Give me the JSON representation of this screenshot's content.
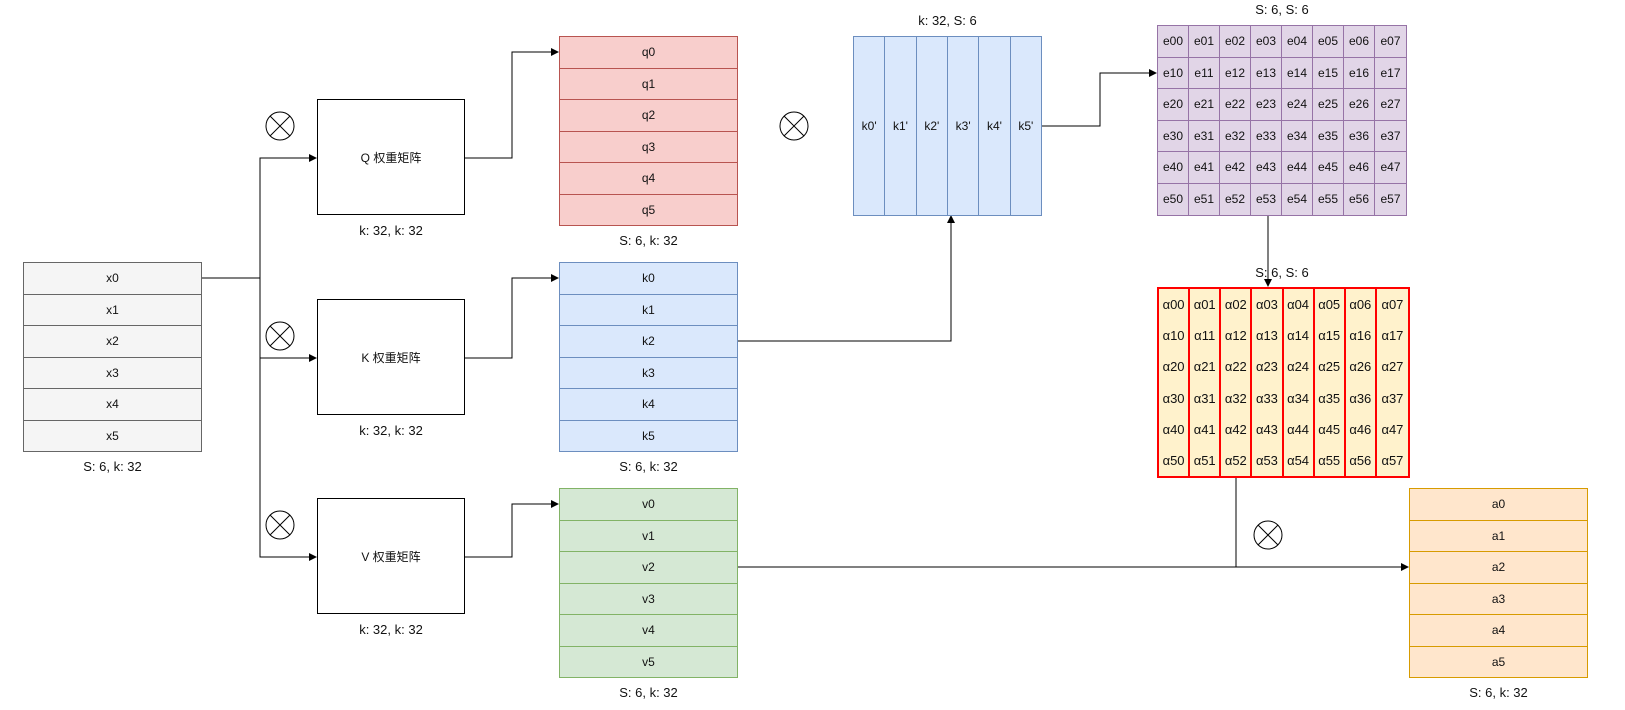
{
  "x_matrix": {
    "cells": [
      "x0",
      "x1",
      "x2",
      "x3",
      "x4",
      "x5"
    ],
    "label": "S: 6, k: 32"
  },
  "weights": {
    "q": {
      "title": "Q 权重矩阵",
      "label": "k: 32, k: 32"
    },
    "k": {
      "title": "K 权重矩阵",
      "label": "k: 32, k: 32"
    },
    "v": {
      "title": "V 权重矩阵",
      "label": "k: 32, k: 32"
    }
  },
  "q_matrix": {
    "cells": [
      "q0",
      "q1",
      "q2",
      "q3",
      "q4",
      "q5"
    ],
    "label": "S: 6, k: 32"
  },
  "k_matrix": {
    "cells": [
      "k0",
      "k1",
      "k2",
      "k3",
      "k4",
      "k5"
    ],
    "label": "S: 6, k: 32"
  },
  "v_matrix": {
    "cells": [
      "v0",
      "v1",
      "v2",
      "v3",
      "v4",
      "v5"
    ],
    "label": "S: 6, k: 32"
  },
  "kt_matrix": {
    "cells": [
      "k0'",
      "k1'",
      "k2'",
      "k3'",
      "k4'",
      "k5'"
    ],
    "label": "k: 32, S: 6"
  },
  "e_matrix": {
    "label": "S: 6, S: 6",
    "rows": [
      [
        "e00",
        "e01",
        "e02",
        "e03",
        "e04",
        "e05",
        "e06",
        "e07"
      ],
      [
        "e10",
        "e11",
        "e12",
        "e13",
        "e14",
        "e15",
        "e16",
        "e17"
      ],
      [
        "e20",
        "e21",
        "e22",
        "e23",
        "e24",
        "e25",
        "e26",
        "e27"
      ],
      [
        "e30",
        "e31",
        "e32",
        "e33",
        "e34",
        "e35",
        "e36",
        "e37"
      ],
      [
        "e40",
        "e41",
        "e42",
        "e43",
        "e44",
        "e45",
        "e46",
        "e47"
      ],
      [
        "e50",
        "e51",
        "e52",
        "e53",
        "e54",
        "e55",
        "e56",
        "e57"
      ]
    ]
  },
  "alpha_matrix": {
    "label": "S: 6, S: 6",
    "rows": [
      [
        "α00",
        "α01",
        "α02",
        "α03",
        "α04",
        "α05",
        "α06",
        "α07"
      ],
      [
        "α10",
        "α11",
        "α12",
        "α13",
        "α14",
        "α15",
        "α16",
        "α17"
      ],
      [
        "α20",
        "α21",
        "α22",
        "α23",
        "α24",
        "α25",
        "α26",
        "α27"
      ],
      [
        "α30",
        "α31",
        "α32",
        "α33",
        "α34",
        "α35",
        "α36",
        "α37"
      ],
      [
        "α40",
        "α41",
        "α42",
        "α43",
        "α44",
        "α45",
        "α46",
        "α47"
      ],
      [
        "α50",
        "α51",
        "α52",
        "α53",
        "α54",
        "α55",
        "α56",
        "α57"
      ]
    ]
  },
  "a_matrix": {
    "cells": [
      "a0",
      "a1",
      "a2",
      "a3",
      "a4",
      "a5"
    ],
    "label": "S: 6, k: 32"
  },
  "operator_icon": "circled-times-icon"
}
